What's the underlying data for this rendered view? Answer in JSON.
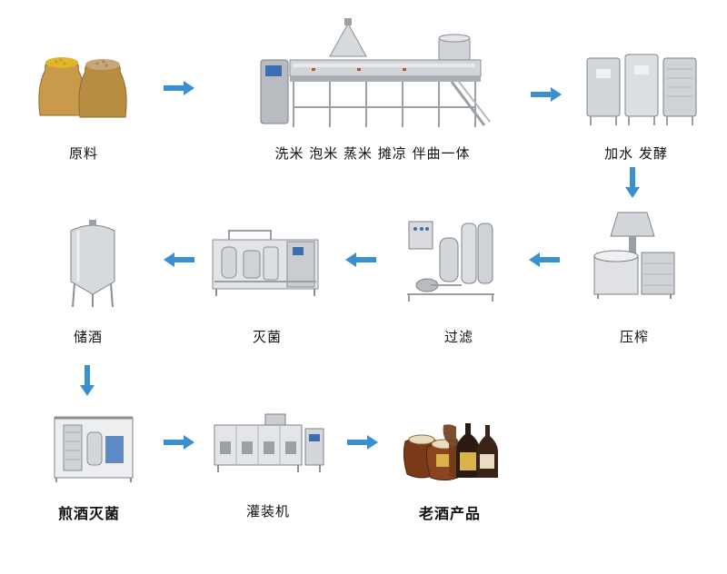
{
  "steps": [
    {
      "label": "原料"
    },
    {
      "label": "洗米  泡米  蒸米  摊凉  伴曲一体"
    },
    {
      "label": "加水  发酵"
    },
    {
      "label": "压榨"
    },
    {
      "label": "过滤"
    },
    {
      "label": "灭菌"
    },
    {
      "label": "储酒"
    },
    {
      "label": "煎酒灭菌"
    },
    {
      "label": "灌装机"
    },
    {
      "label": "老酒产品"
    }
  ],
  "colors": {
    "arrow": "#3a8fd0",
    "steel": "#c9ccd0",
    "steel_dark": "#8a8f95",
    "sack": "#c89a4a",
    "grain_yellow": "#e2b52c",
    "grain_tan": "#c7a678",
    "control_blue": "#3d6fb0",
    "jar_brown": "#7a3a18",
    "bottle_dark": "#2a1a12"
  },
  "icons": {
    "raw": "grain-sacks-icon",
    "rice_line": "rice-processing-line-icon",
    "fermentation": "fermentation-tanks-icon",
    "press": "press-machine-icon",
    "filter": "filter-system-icon",
    "sterilizer": "sterilizer-unit-icon",
    "storage": "storage-tank-icon",
    "boil_sterilizer": "plate-sterilizer-icon",
    "filling": "filling-machine-icon",
    "product": "wine-jars-bottles-icon"
  }
}
